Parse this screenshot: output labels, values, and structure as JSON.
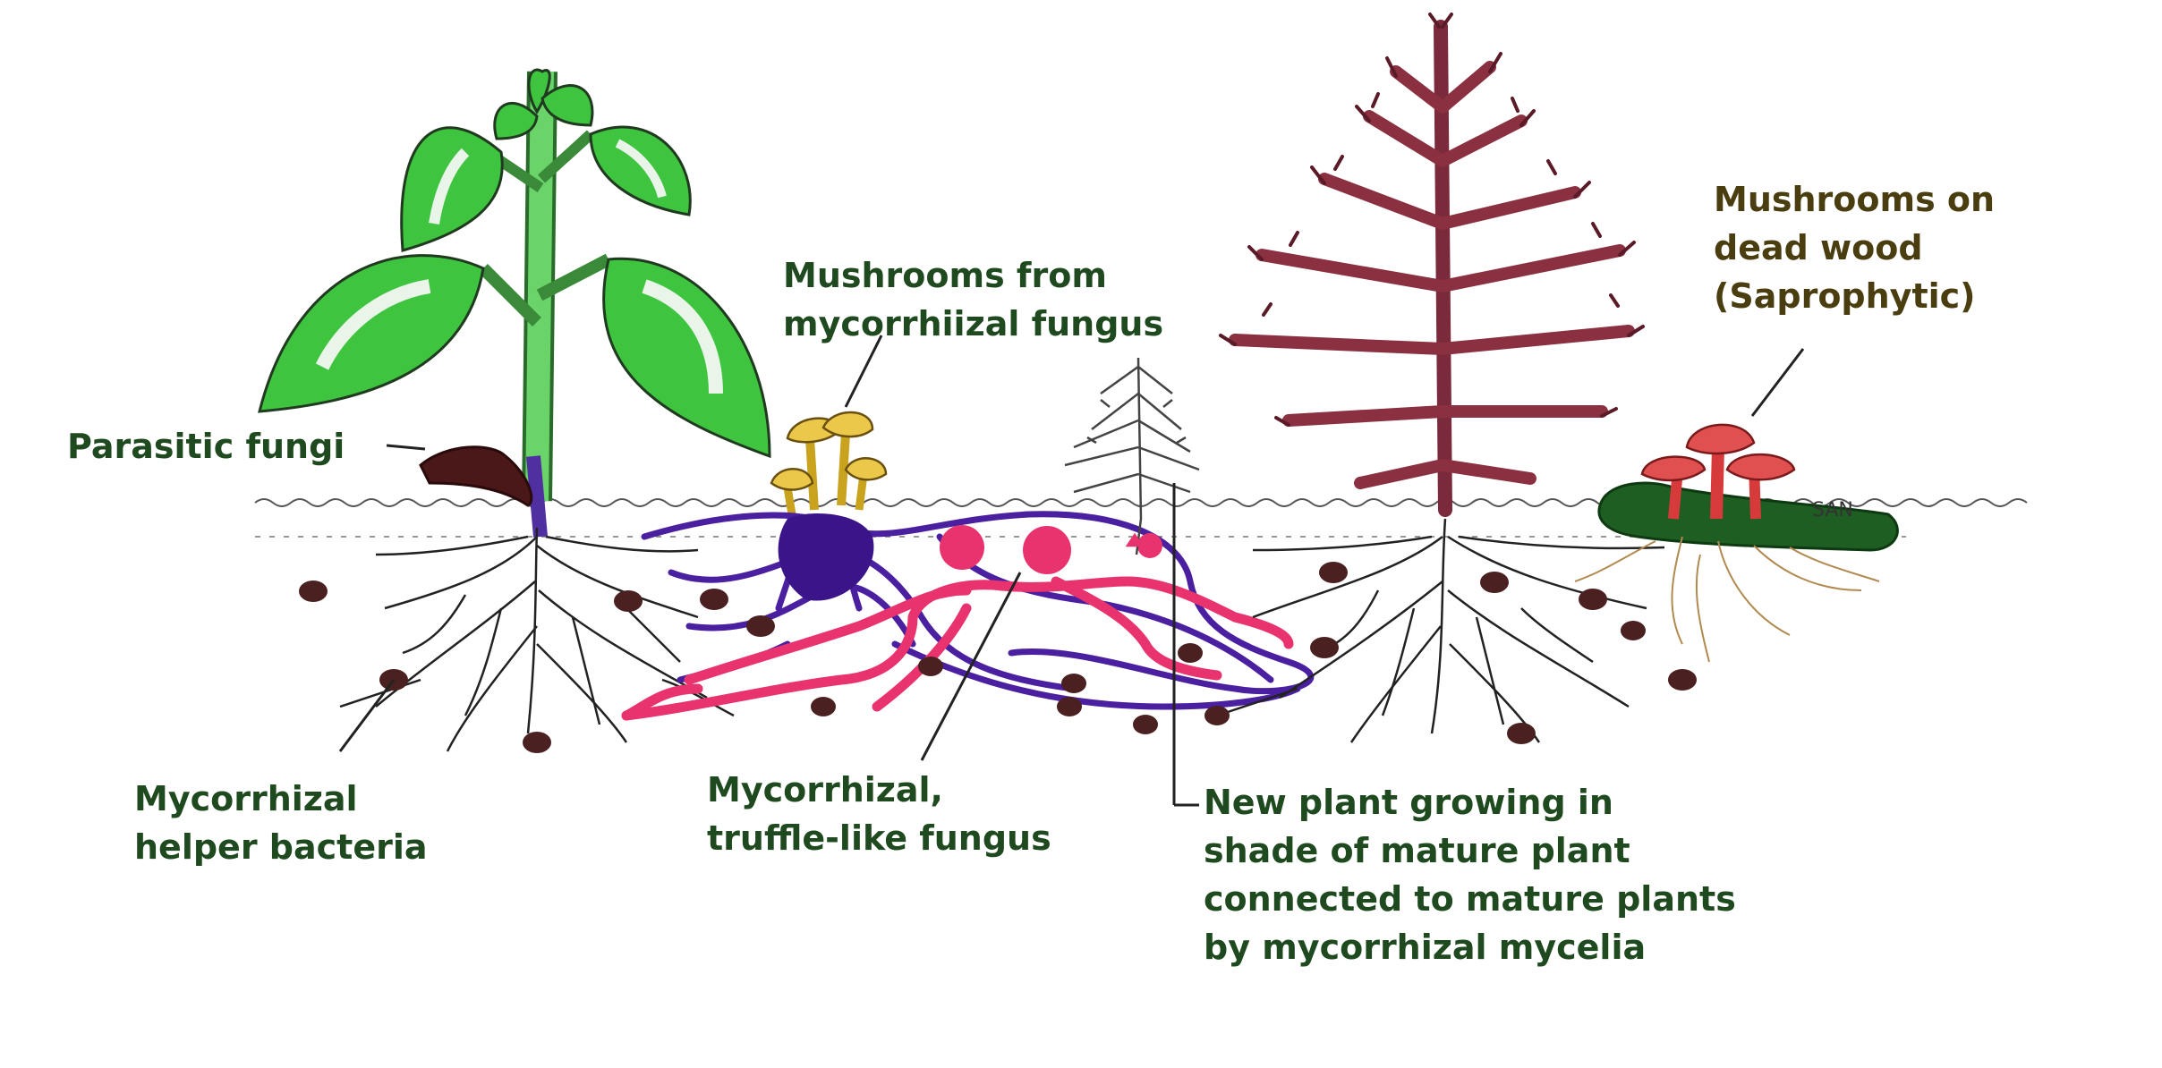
{
  "labels": {
    "parasitic_fungi": "Parasitic fungi",
    "mushrooms_mycorrhizal_line1": "Mushrooms from",
    "mushrooms_mycorrhizal_line2": "mycorrhiizal fungus",
    "mushrooms_dead_wood_line1": "Mushrooms on",
    "mushrooms_dead_wood_line2": "dead wood",
    "mushrooms_dead_wood_line3": "(Saprophytic)",
    "helper_bacteria_line1": "Mycorrhizal",
    "helper_bacteria_line2": "helper bacteria",
    "truffle_line1": "Mycorrhizal,",
    "truffle_line2": "truffle-like fungus",
    "new_plant_line1": "New plant growing in",
    "new_plant_line2": "shade of mature plant",
    "new_plant_line3": "connected to mature plants",
    "new_plant_line4": "by mycorrhizal mycelia"
  },
  "signature": "SAN",
  "colors": {
    "leaf_green": "#3fc43f",
    "stem_green": "#55c955",
    "tree_maroon": "#7a2a3a",
    "mycelium_purple": "#4a1fa0",
    "truffle_pink": "#e8336e",
    "mushroom_yellow": "#e8c23a",
    "saprophytic_red": "#e04a4a",
    "dead_wood_green": "#1e5e22",
    "bacteria_brown": "#4a2020",
    "label_green": "#1f4a1f"
  }
}
